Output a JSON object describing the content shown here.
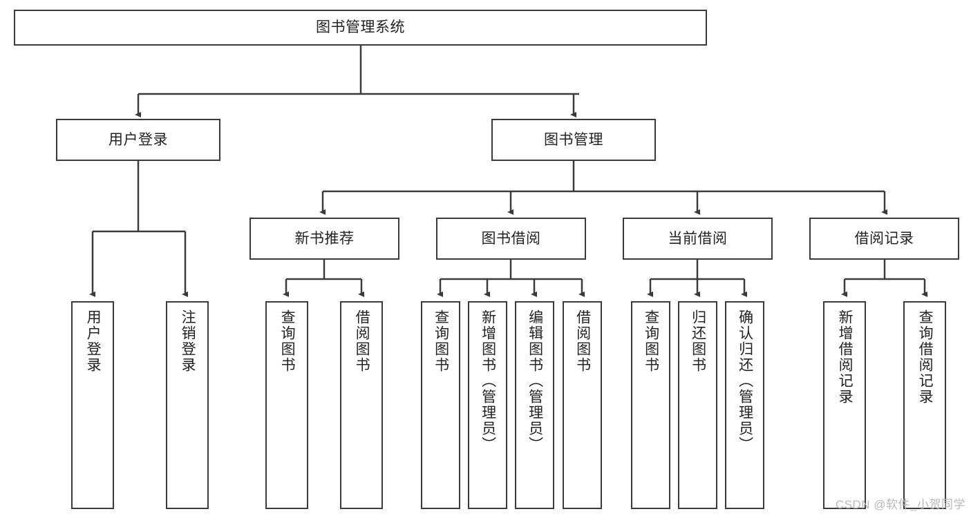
{
  "diagram": {
    "title_node": {
      "label": "图书管理系统"
    },
    "level2": [
      {
        "label": "用户登录"
      },
      {
        "label": "图书管理"
      }
    ],
    "level3": [
      {
        "label": "新书推荐"
      },
      {
        "label": "图书借阅"
      },
      {
        "label": "当前借阅"
      },
      {
        "label": "借阅记录"
      }
    ],
    "leaves": {
      "user_login": [
        {
          "label": "用户登录"
        },
        {
          "label": "注销登录"
        }
      ],
      "new_book": [
        {
          "label": "查询图书"
        },
        {
          "label": "借阅图书"
        }
      ],
      "book_borrow": [
        {
          "label": "查询图书"
        },
        {
          "label": "新增图书（管理员）"
        },
        {
          "label": "编辑图书（管理员）"
        },
        {
          "label": "借阅图书"
        }
      ],
      "current_borrow": [
        {
          "label": "查询图书"
        },
        {
          "label": "归还图书"
        },
        {
          "label": "确认归还（管理员）"
        }
      ],
      "borrow_record": [
        {
          "label": "新增借阅记录"
        },
        {
          "label": "查询借阅记录"
        }
      ]
    }
  },
  "watermark": {
    "text": "CSDN @软件_小贺同学"
  },
  "colors": {
    "border": "#3a3a3a",
    "text": "#222222",
    "background": "#ffffff",
    "watermark": "#b9b9b9"
  }
}
